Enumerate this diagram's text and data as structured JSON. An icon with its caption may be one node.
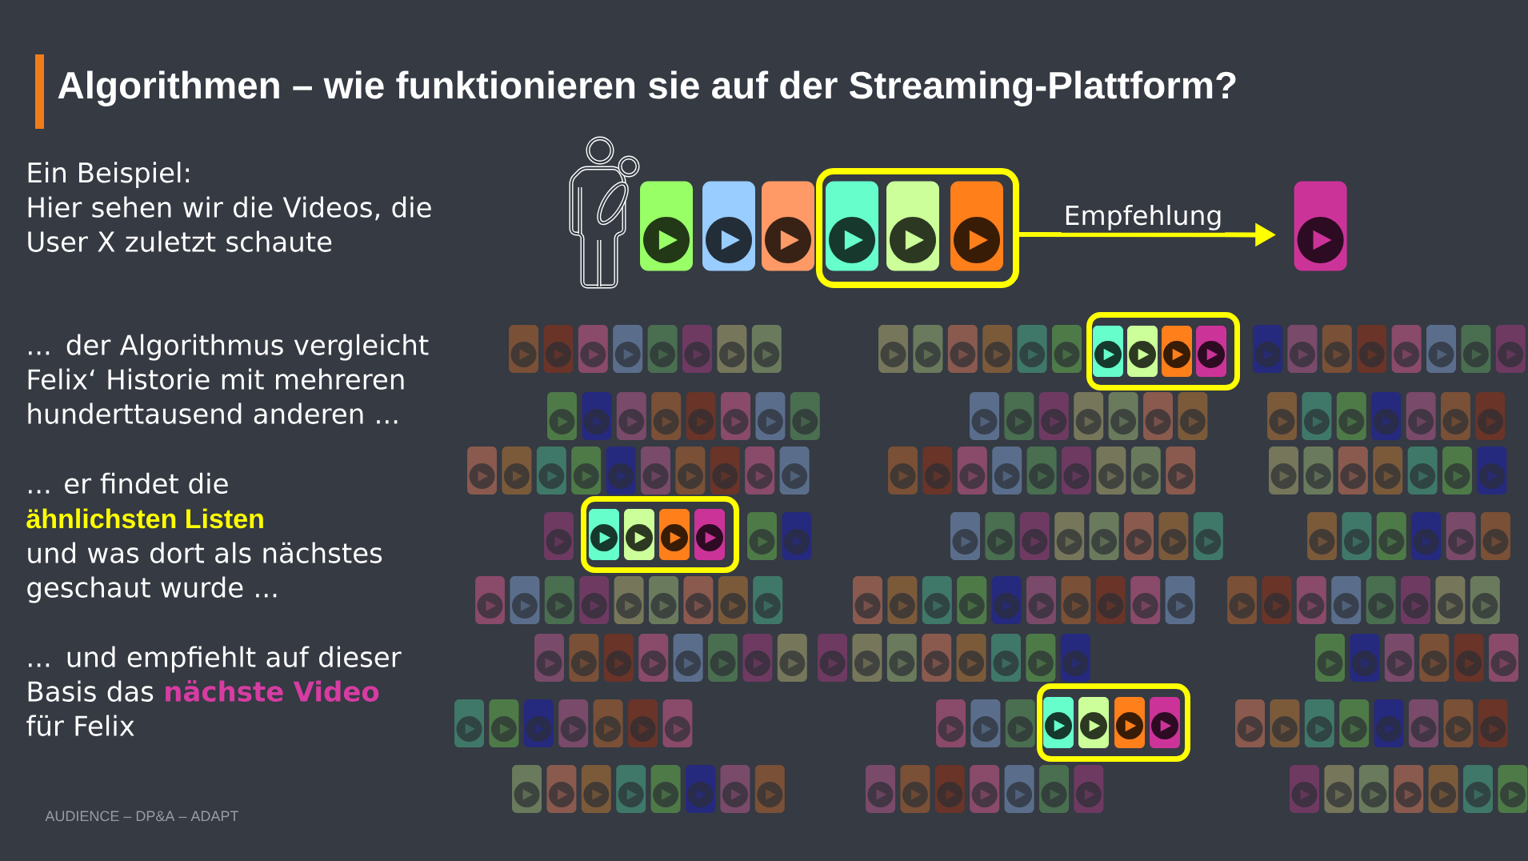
{
  "diagram": {
    "title": "Algorithmen – wie funktionieren sie auf der Streaming-Plattform?",
    "nodes": [
      {
        "text": [],
        "shape": "box"
      },
      {
        "text": [],
        "shape": "box"
      },
      {
        "text": [],
        "shape": "box"
      },
      {
        "text": [],
        "shape": "box"
      },
      {
        "text": [],
        "shape": "box"
      }
    ],
    "edges": [
      {
        "from": 0,
        "to": 1,
        "arrow": "to",
        "label": "Empfehlung",
        "color": "#ffff00"
      }
    ],
    "labels": [
      "Ein Beispiel:",
      "Hier sehen wir die Videos, die User X zuletzt schaute",
      "... der Algorithmus vergleicht Felix‘ Historie mit mehreren hunderttausend anderen ...",
      "... er findet die",
      "ähnlichsten Listen",
      "und was dort als nächstes geschaut wurde ...",
      "... und empfiehlt auf dieser Basis das **nächste Video** für Felix",
      "AUDIENCE – DP&A – ADAPT"
    ]
  }
}
